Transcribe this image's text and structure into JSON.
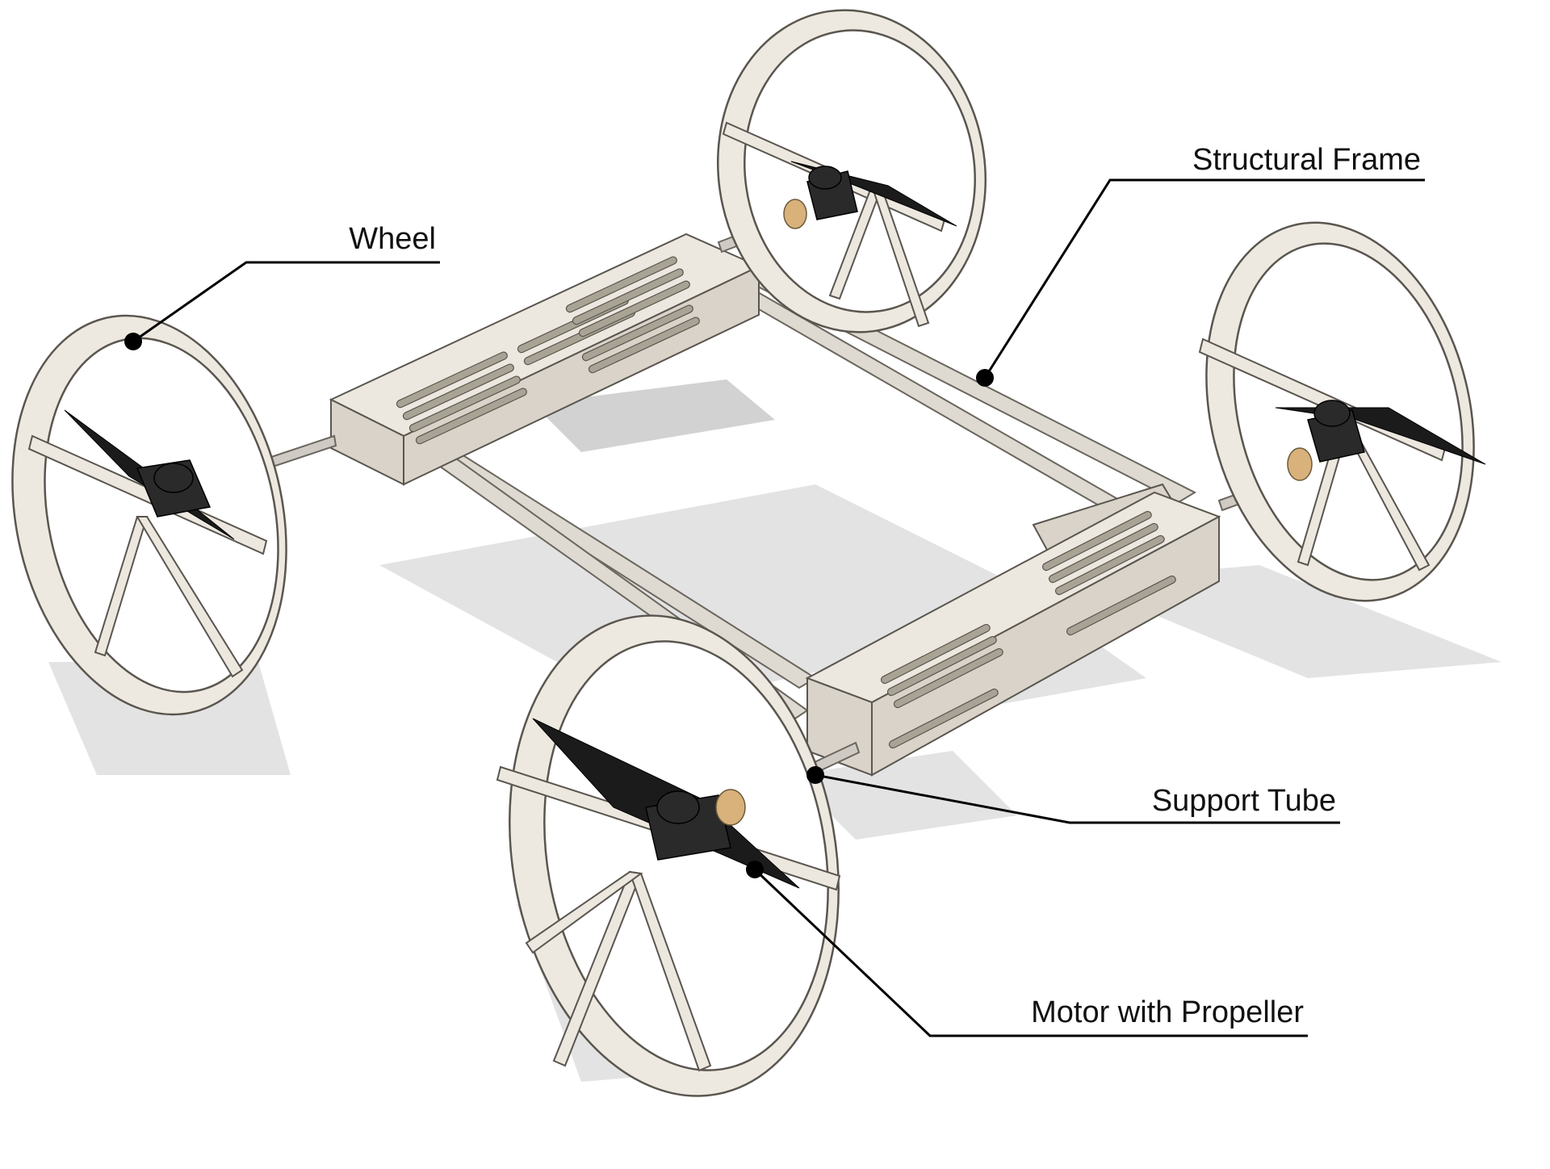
{
  "labels": {
    "wheel": "Wheel",
    "structural_frame": "Structural Frame",
    "support_tube": "Support Tube",
    "motor_with_propeller": "Motor with Propeller"
  },
  "colors": {
    "frame": "#ece7df",
    "propeller": "#1b1b1b",
    "leader": "#000000",
    "text": "#111111"
  }
}
